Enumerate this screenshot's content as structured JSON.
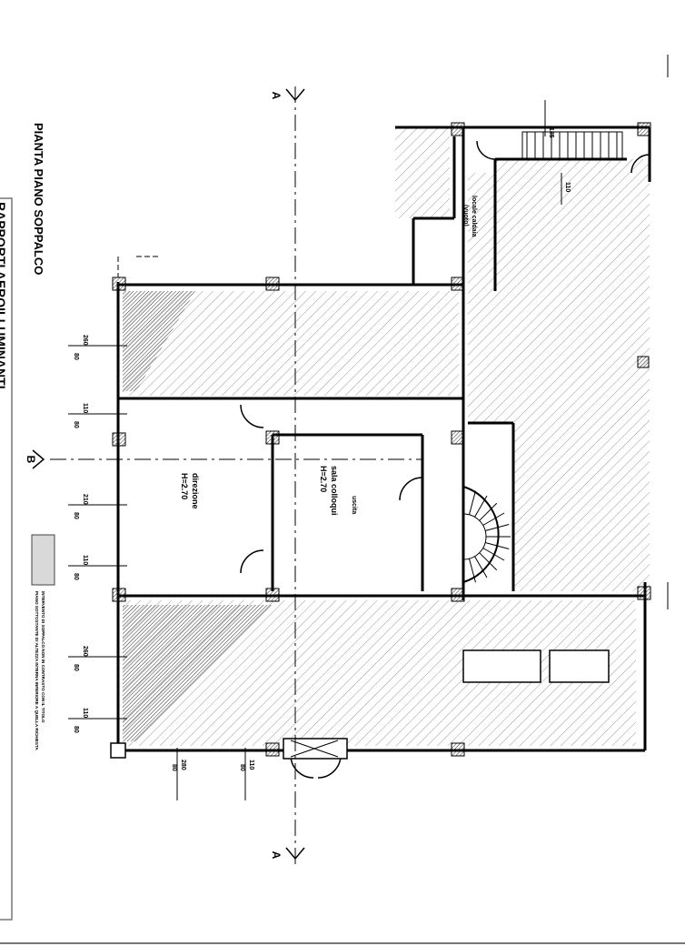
{
  "drawing": {
    "title": "PIANTA PIANO SOPPALCO",
    "frame_title": "RAPPORTI AEROILLUMINANTI",
    "legend_text_line1": "PIANO SOTTOSTANTE DI ALTEZZA INTERNA INFERIORE A QUELLA RICHIESTA",
    "legend_text_line2": "INTERVENTO DI SOPPALCO NON IN CONTRASTO CON IL TITOLO",
    "legend_color": "#d9d9d9",
    "section_marks": {
      "a": "A",
      "b": "B"
    },
    "rooms": [
      {
        "name": "direzione",
        "height": "H=2.70"
      },
      {
        "name": "sala colloqui",
        "height": "H=2.70"
      },
      {
        "name": "locale caldaia",
        "note": "(vuoto)"
      }
    ],
    "exit_label": "uscita",
    "dimensions": [
      {
        "top": "260",
        "bottom": "80"
      },
      {
        "top": "110",
        "bottom": "80"
      },
      {
        "top": "210",
        "bottom": "80"
      },
      {
        "top": "110",
        "bottom": "80"
      },
      {
        "top": "260",
        "bottom": "80"
      },
      {
        "top": "110",
        "bottom": "80"
      }
    ],
    "door_dimensions": [
      {
        "top": "280",
        "bottom": "80"
      },
      {
        "top": "110",
        "bottom": "80"
      }
    ],
    "stair_labels": {
      "upper": "185",
      "lower": "110"
    }
  }
}
